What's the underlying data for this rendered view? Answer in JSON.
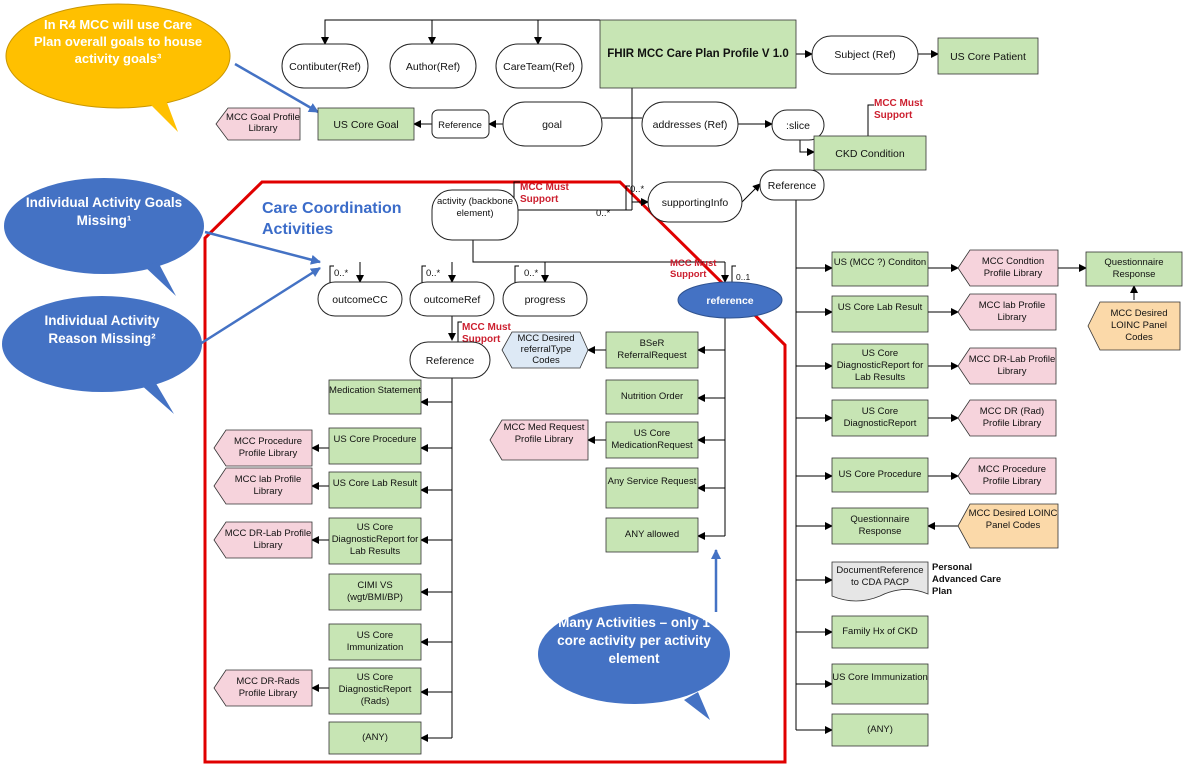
{
  "callouts": {
    "r4_goals": "In R4 MCC will use Care Plan overall goals to house activity goals³",
    "goals_missing": "Individual Activity Goals Missing¹",
    "reason_missing": "Individual Activity Reason Missing²",
    "many_activities": "Many Activities – only 1 core activity per activity element"
  },
  "section_title": "Care Coordination Activities",
  "nodes": {
    "profile": "FHIR MCC Care Plan Profile V 1.0",
    "subject": "Subject (Ref)",
    "us_core_patient": "US Core Patient",
    "contributor": "Contibuter(Ref)",
    "author": "Author(Ref)",
    "careteam": "CareTeam(Ref)",
    "goal": "goal",
    "reference_goal": "Reference",
    "us_core_goal": "US Core Goal",
    "mcc_goal_lib": "MCC Goal Profile Library",
    "addresses": "addresses (Ref)",
    "slice": ":slice",
    "ckd_condition": "CKD Condition",
    "supporting_info": "supportingInfo",
    "reference_si": "Reference",
    "activity": "activity (backbone element)",
    "outcomecc": "outcomeCC",
    "outcomeref": "outcomeRef",
    "progress": "progress",
    "reference_act": "reference",
    "reference_outcome": "Reference"
  },
  "must_support": "MCC Must Support",
  "cardinality": {
    "supporting": "0..*",
    "activity": "0..*",
    "outcomecc": "0..*",
    "outcomeref": "0..*",
    "progress": "0..*",
    "reference": "0..1"
  },
  "outcome_targets": [
    "Medication Statement",
    "US Core Procedure",
    "US Core Lab Result",
    "US Core DiagnosticReport for Lab Results",
    "CIMI VS (wgt/BMI/BP)",
    "US Core Immunization",
    "US Core DiagnosticReport (Rads)",
    "(ANY)"
  ],
  "outcome_libraries": [
    "MCC Procedure Profile Library",
    "MCC lab Profile Library",
    "MCC DR-Lab Profile Library",
    "MCC DR-Rads Profile Library"
  ],
  "activity_targets": [
    "BSeR ReferralRequest",
    "Nutrition Order",
    "US Core MedicationRequest",
    "Any Service Request",
    "ANY allowed"
  ],
  "activity_side": {
    "referral_codes": "MCC Desired referralType Codes",
    "med_request_lib": "MCC Med Request Profile Library"
  },
  "supporting_targets": [
    "US (MCC ?) Conditon",
    "US Core Lab Result",
    "US Core DiagnosticReport for Lab Results",
    "US Core DiagnosticReport",
    "US Core Procedure",
    "Questionnaire Response",
    "DocumentReference to CDA PACP",
    "Family Hx of CKD",
    "US Core Immunization",
    "(ANY)"
  ],
  "supporting_side": {
    "condition_lib": "MCC Condtion Profile Library",
    "questionnaire_response": "Questionnaire Response",
    "loinc_panel_1": "MCC Desired LOINC Panel Codes",
    "lab_lib": "MCC lab Profile Library",
    "dr_lab_lib": "MCC DR-Lab Profile Library",
    "dr_rad_lib": "MCC DR (Rad) Profile Library",
    "procedure_lib": "MCC Procedure Profile Library",
    "loinc_panel_2": "MCC Desired LOINC Panel Codes",
    "pacp_note": "Personal Advanced Care Plan"
  },
  "colors": {
    "green": "#c7e5b4",
    "pink": "#f6d3dc",
    "orange": "#fbd9a9",
    "callout_blue": "#4472c4",
    "callout_yellow": "#ffc000",
    "must_support_red": "#cc1f2f",
    "region_red": "#e00000"
  }
}
